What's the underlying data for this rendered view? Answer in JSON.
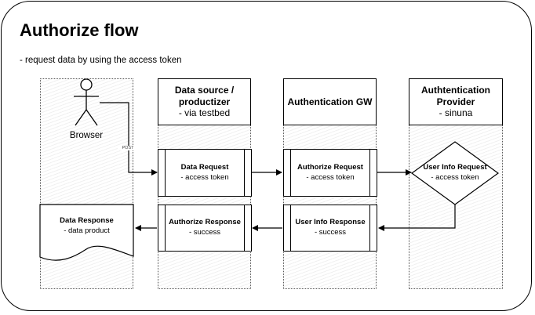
{
  "title": "Authorize flow",
  "subtitle": "- request data by using the access token",
  "browser": {
    "label": "Browser",
    "post_label": "POST"
  },
  "lanes": {
    "data_source": {
      "title_line1": "Data source /",
      "title_line2": "productizer",
      "detail": "- via testbed"
    },
    "auth_gw": {
      "title": "Authentication GW"
    },
    "auth_provider": {
      "title_line1": "Authtentication",
      "title_line2": "Provider",
      "detail": "- sinuna"
    }
  },
  "nodes": {
    "data_request": {
      "title": "Data Request",
      "detail": "- access token"
    },
    "authorize_request": {
      "title": "Authorize Request",
      "detail": "- access token"
    },
    "user_info_request": {
      "title": "User Info Request",
      "detail": "- access token"
    },
    "user_info_response": {
      "title": "User Info Response",
      "detail": "- success"
    },
    "authorize_response": {
      "title": "Authorize Response",
      "detail": "- success"
    },
    "data_response": {
      "title": "Data Response",
      "detail": "- data product"
    }
  }
}
